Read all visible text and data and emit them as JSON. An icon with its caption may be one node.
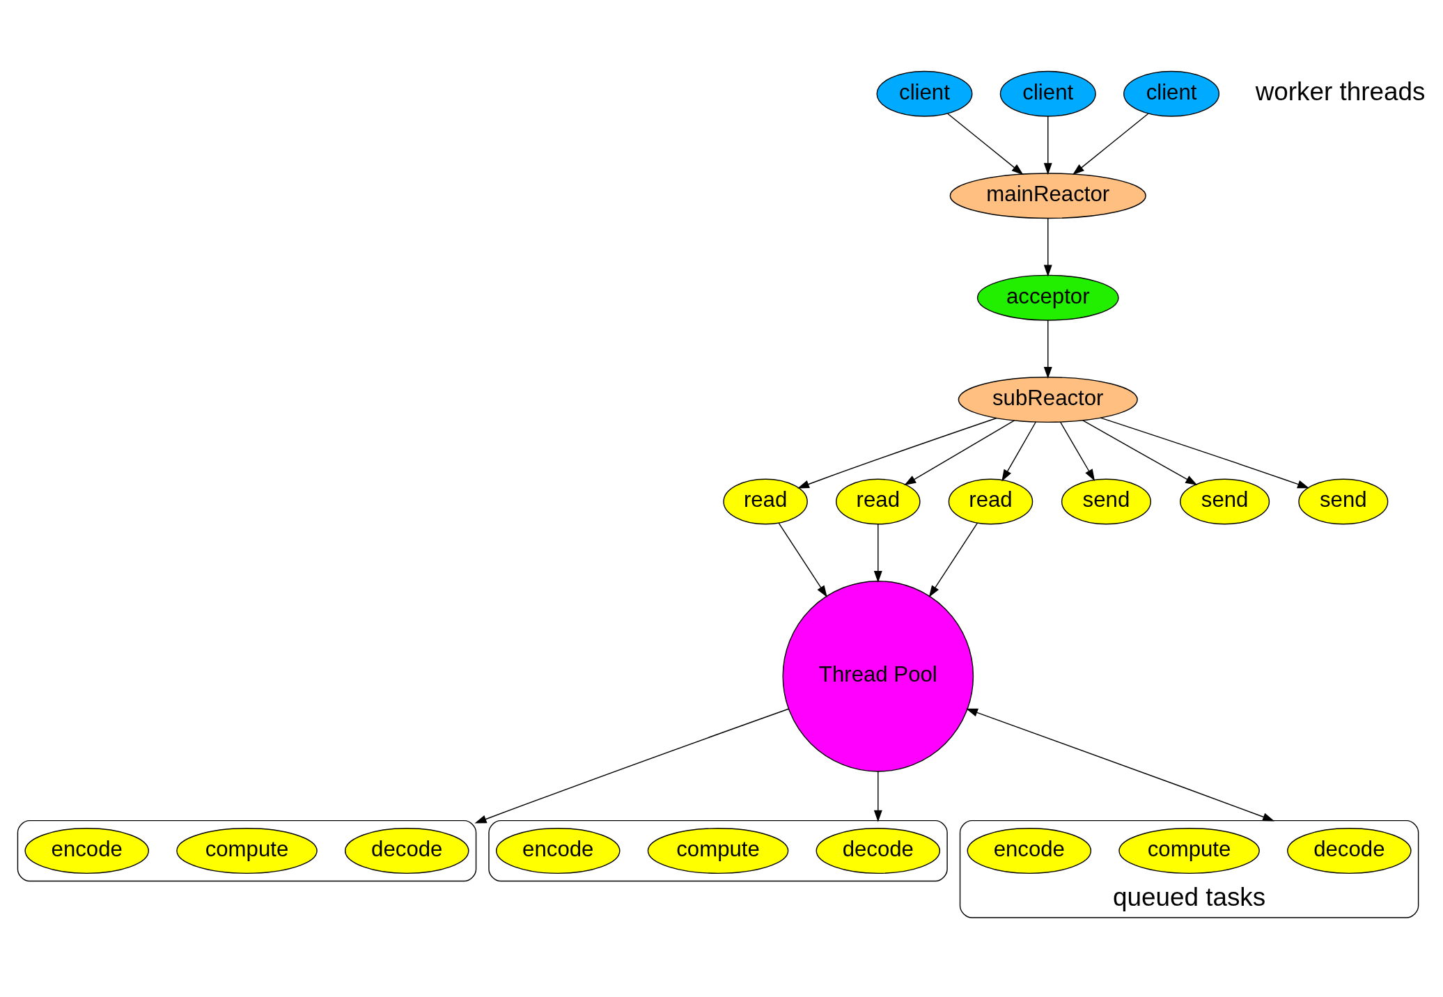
{
  "diagram": {
    "nodes": [
      {
        "text": [
          "client"
        ]
      },
      {
        "text": [
          "client"
        ]
      },
      {
        "text": [
          "client"
        ]
      },
      {
        "text": [
          "mainReactor"
        ]
      },
      {
        "text": [
          "subReactor"
        ]
      },
      {
        "text": [
          "acceptor"
        ]
      },
      {
        "text": [
          "read"
        ]
      },
      {
        "text": [
          "read"
        ]
      },
      {
        "text": [
          "read"
        ]
      },
      {
        "text": [
          "send"
        ]
      },
      {
        "text": [
          "send"
        ]
      },
      {
        "text": [
          "send"
        ]
      },
      {
        "text": [
          "Thread Pool"
        ]
      },
      {
        "text": [],
        "shape": "ellipse"
      },
      {
        "text": [
          "decode"
        ],
        "in": 13
      },
      {
        "text": [
          "compute"
        ],
        "in": 13
      },
      {
        "text": [
          "encode"
        ],
        "in": 13
      },
      {
        "text": [],
        "shape": "ellipse"
      },
      {
        "text": [
          "decode"
        ],
        "in": 17
      },
      {
        "text": [
          "compute"
        ],
        "in": 17
      },
      {
        "text": [
          "encode"
        ],
        "in": 17
      },
      {
        "text": [],
        "shape": "ellipse",
        "beside": [
          "queued tasks"
        ]
      },
      {
        "text": [
          "decode"
        ],
        "in": 21
      },
      {
        "text": [
          "compute"
        ],
        "in": 21
      },
      {
        "text": [
          "encode"
        ],
        "in": 21
      }
    ],
    "edges": [
      {
        "from": 0,
        "to": 3,
        "arrow": "to"
      },
      {
        "from": 1,
        "to": 3,
        "arrow": "to"
      },
      {
        "from": 2,
        "to": 3,
        "arrow": "to"
      },
      {
        "from": 3,
        "to": 5,
        "arrow": "to"
      },
      {
        "from": 5,
        "to": 4,
        "arrow": "to"
      },
      {
        "from": 4,
        "to": 6,
        "arrow": "to"
      },
      {
        "from": 4,
        "to": 7,
        "arrow": "to"
      },
      {
        "from": 4,
        "to": 8,
        "arrow": "to"
      },
      {
        "from": 4,
        "to": 9,
        "arrow": "to"
      },
      {
        "from": 4,
        "to": 10,
        "arrow": "to"
      },
      {
        "from": 4,
        "to": 11,
        "arrow": "to"
      },
      {
        "from": 6,
        "to": 12,
        "arrow": "to"
      },
      {
        "from": 7,
        "to": 12,
        "arrow": "to"
      },
      {
        "from": 8,
        "to": 12,
        "arrow": "to"
      },
      {
        "from": 12,
        "to": 13,
        "arrow": "to"
      },
      {
        "from": 12,
        "to": 17,
        "arrow": "to"
      },
      {
        "from": 12,
        "to": 21,
        "arrow": "both"
      }
    ],
    "labels": [
      "worker threads"
    ]
  }
}
